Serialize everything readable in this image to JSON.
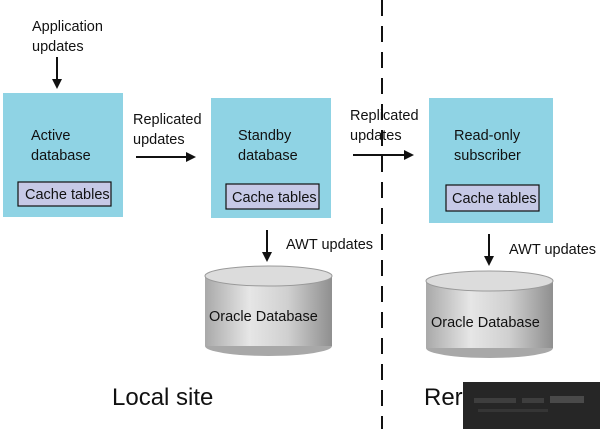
{
  "colors": {
    "box_fill": "#8fd3e4",
    "cache_fill": "#c6c9e6",
    "cylinder_light": "#d8d8d8",
    "cylinder_dark": "#9a9a9a",
    "arrow": "#111111",
    "overlay": "#262626"
  },
  "app_updates": {
    "line1": "Application",
    "line2": "updates"
  },
  "active_db": {
    "line1": "Active",
    "line2": "database",
    "cache": "Cache tables"
  },
  "replicated_1": {
    "line1": "Replicated",
    "line2": "updates"
  },
  "standby_db": {
    "line1": "Standby",
    "line2": "database",
    "cache": "Cache tables"
  },
  "replicated_2": {
    "line1": "Replicated",
    "line2": "updates"
  },
  "subscriber_db": {
    "line1": "Read-only",
    "line2": "subscriber",
    "cache": "Cache tables"
  },
  "awt_1": "AWT updates",
  "awt_2": "AWT updates",
  "oracle_1": "Oracle Database",
  "oracle_2": "Oracle Database",
  "local_site": "Local site",
  "remote_site_partial": "Rer"
}
